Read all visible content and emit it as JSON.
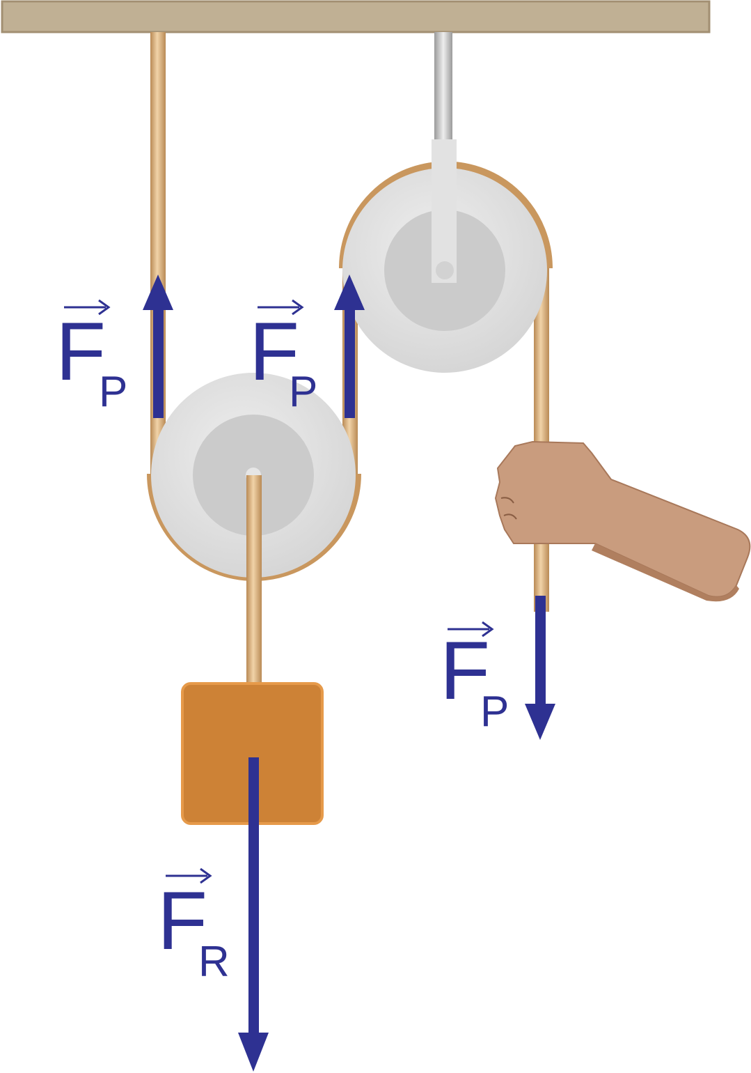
{
  "labels": {
    "left_up": {
      "main": "F",
      "sub": "P"
    },
    "middle_up": {
      "main": "F",
      "sub": "P"
    },
    "right_down": {
      "main": "F",
      "sub": "P"
    },
    "load_down": {
      "main": "F",
      "sub": "R"
    }
  },
  "colors": {
    "ceiling": "#c0b094",
    "rope": "#d2a46c",
    "pulley": "#dcdcdc",
    "pulley_hub": "#cbcbcb",
    "load": "#cd8236",
    "arrow": "#2e3192",
    "hand": "#c99c7e",
    "axle_rod": "#bdbdbd"
  },
  "icons": {
    "hand": "hand-icon",
    "vector_arrow": "vector-arrow-icon"
  }
}
